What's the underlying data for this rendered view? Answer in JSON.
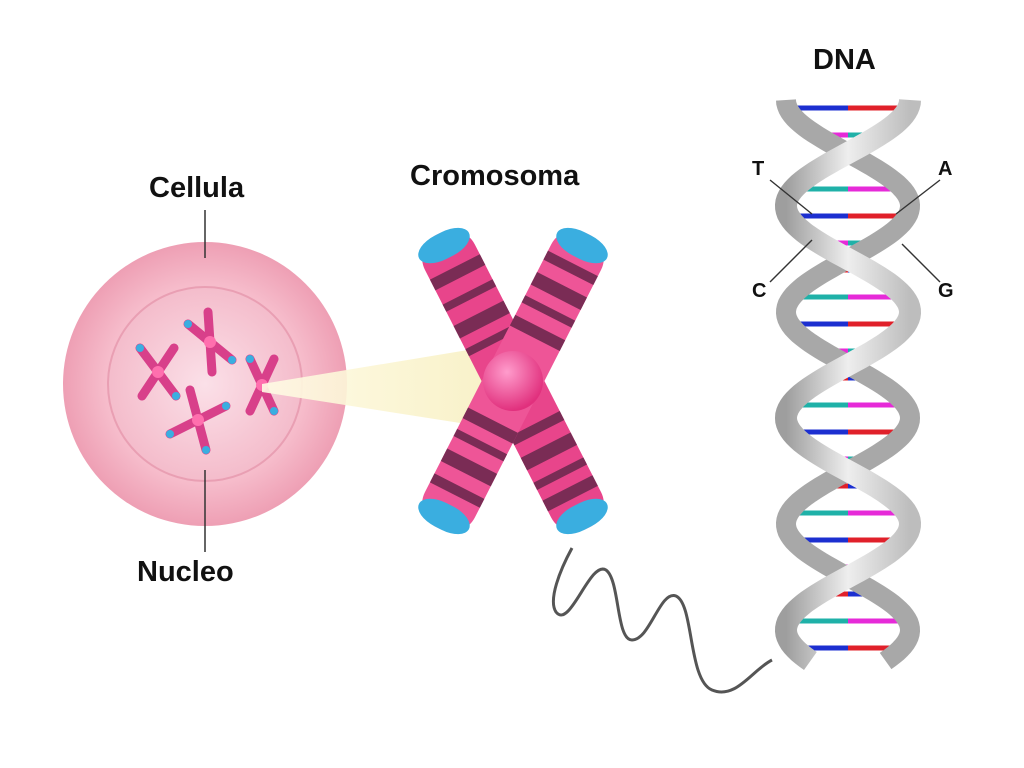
{
  "labels": {
    "cell": "Cellula",
    "nucleus": "Nucleo",
    "chromosome": "Cromosoma",
    "dna": "DNA"
  },
  "bases": {
    "t": "T",
    "a": "A",
    "c": "C",
    "g": "G"
  },
  "colors": {
    "cell_outer": "#f4b6c4",
    "cell_inner": "#f7c9d4",
    "chromosome_pink": "#e8458b",
    "chromosome_band": "#7a2c55",
    "chromosome_tip": "#3aaee0",
    "centromere": "#ff5fa2",
    "zoom_beam": "#fbf2c8",
    "backbone": "#d9d9d9",
    "base_blue": "#1c2fd0",
    "base_red": "#e0202a",
    "base_magenta": "#e62ad8",
    "base_teal": "#1fb1a8"
  }
}
